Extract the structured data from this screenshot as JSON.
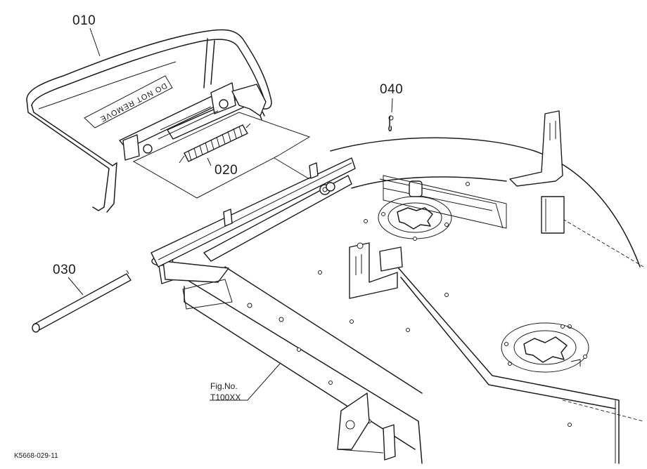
{
  "diagram": {
    "callouts": [
      {
        "id": "010",
        "label": "010"
      },
      {
        "id": "020",
        "label": "020"
      },
      {
        "id": "030",
        "label": "030"
      },
      {
        "id": "040",
        "label": "040"
      }
    ],
    "figure_ref": {
      "line1": "Fig.No.",
      "line2": "T100XX"
    },
    "drawing_code": "K5668-029-11",
    "decal_text": "DO NOT REMOVE"
  }
}
